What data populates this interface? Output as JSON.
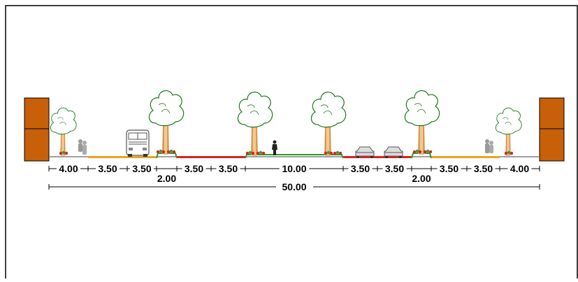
{
  "section": {
    "segments": [
      {
        "label": "4.00",
        "kind": "sidewalk-left"
      },
      {
        "label": "3.50",
        "kind": "bike-lane"
      },
      {
        "label": "3.50",
        "kind": "bus-lane"
      },
      {
        "label": "2.00",
        "kind": "planted-divider"
      },
      {
        "label": "3.50",
        "kind": "traffic-lane"
      },
      {
        "label": "3.50",
        "kind": "traffic-lane"
      },
      {
        "label": "10.00",
        "kind": "central-median"
      },
      {
        "label": "3.50",
        "kind": "traffic-lane"
      },
      {
        "label": "3.50",
        "kind": "traffic-lane"
      },
      {
        "label": "2.00",
        "kind": "planted-divider"
      },
      {
        "label": "3.50",
        "kind": "bike-lane"
      },
      {
        "label": "3.50",
        "kind": "bus-lane"
      },
      {
        "label": "4.00",
        "kind": "sidewalk-right"
      }
    ],
    "total_width_label": "50.00"
  },
  "icons": [
    "tree-icon",
    "building-icon",
    "bus-icon",
    "car-icon",
    "pedestrian-icon",
    "flower-icon"
  ],
  "colors": {
    "building": "#c8600a",
    "tree_trunk": "#e0a050",
    "median_green": "#2aa02a",
    "traffic_lane": "#e02020",
    "bike_lane": "#f0a020",
    "flower_red": "#e02020",
    "flower_green": "#30a030",
    "ground_line": "#808080"
  }
}
